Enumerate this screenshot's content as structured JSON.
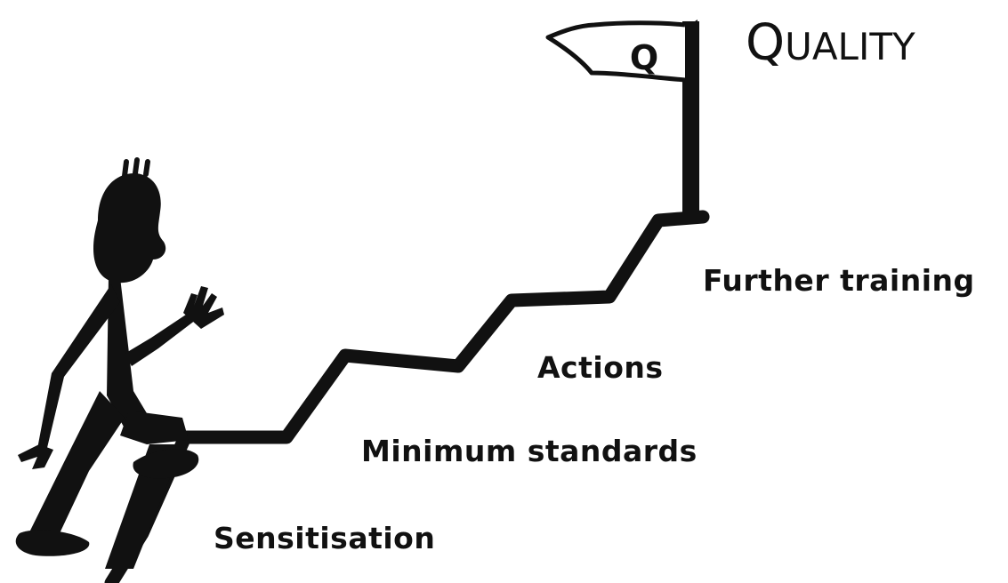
{
  "title": {
    "first_letter": "Q",
    "rest": "UALITY"
  },
  "flag": {
    "letter": "Q"
  },
  "steps": [
    {
      "label": "Sensitisation"
    },
    {
      "label": "Minimum standards"
    },
    {
      "label": "Actions"
    },
    {
      "label": "Further training"
    }
  ],
  "colors": {
    "ink": "#111111",
    "background": "#ffffff"
  }
}
